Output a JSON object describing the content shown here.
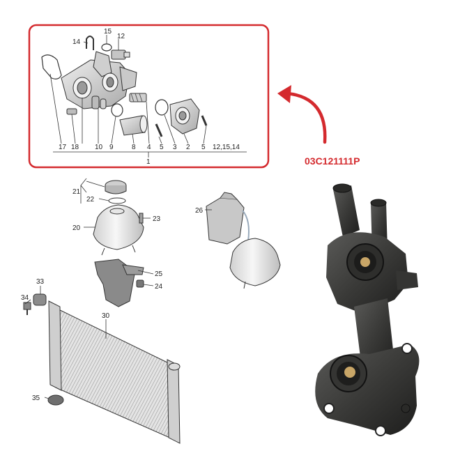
{
  "part_number": "03C121111P",
  "colors": {
    "highlight": "#d42a2e",
    "line": "#333333",
    "part_fill": "#d6d6d6"
  },
  "callouts": {
    "top_row": [
      "17",
      "18",
      "10",
      "9",
      "8",
      "4",
      "5",
      "3",
      "2",
      "5",
      "12,15,14"
    ],
    "assembly": "1",
    "c14": "14",
    "c15": "15",
    "c12": "12",
    "c21": "21",
    "c22": "22",
    "c20": "20",
    "c23": "23",
    "c26": "26",
    "c25": "25",
    "c24": "24",
    "c33": "33",
    "c34": "34",
    "c30": "30",
    "c35": "35"
  }
}
